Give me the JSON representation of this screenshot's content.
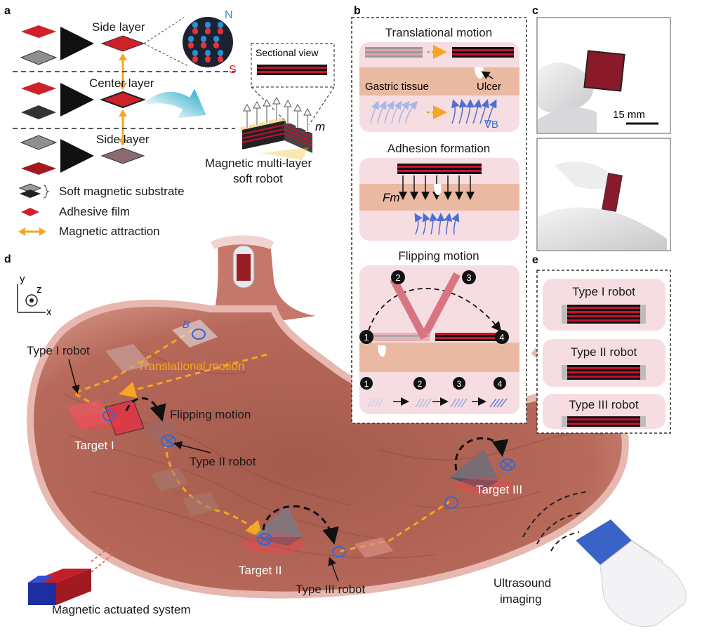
{
  "panels": {
    "a": "a",
    "b": "b",
    "c": "c",
    "d": "d",
    "e": "e"
  },
  "panel_a": {
    "side_layer_top": "Side layer",
    "center_layer": "Center layer",
    "side_layer_bottom": "Side layer",
    "pole_n": "N",
    "pole_s": "S",
    "sectional_view": "Sectional view",
    "moment": "m",
    "robot_title_line1": "Magnetic multi-layer",
    "robot_title_line2": "soft robot",
    "legend": [
      {
        "label": "Soft magnetic substrate",
        "icon": "stacked-rhombus-icon"
      },
      {
        "label": "Adhesive film",
        "icon": "red-rhombus-icon"
      },
      {
        "label": "Magnetic attraction",
        "icon": "double-arrow-icon"
      }
    ]
  },
  "panel_b": {
    "translational": "Translational motion",
    "gastric_tissue": "Gastric tissue",
    "ulcer": "Ulcer",
    "grad_b": "∇B",
    "adhesion": "Adhesion formation",
    "fm": "Fm",
    "flipping": "Flipping motion",
    "steps": [
      "1",
      "2",
      "3",
      "4"
    ]
  },
  "panel_c": {
    "scale": "15 mm"
  },
  "panel_d": {
    "axis_y": "y",
    "axis_z": "z",
    "axis_x": "x",
    "field_b": "B",
    "translational_motion": "Translational motion",
    "type1_robot": "Type I robot",
    "flipping_motion": "Flipping motion",
    "target1": "Target I",
    "type2_robot": "Type II robot",
    "target2": "Target II",
    "type3_robot": "Type III robot",
    "target3": "Target III",
    "magnetic_system": "Magnetic actuated system",
    "ultrasound_line1": "Ultrasound",
    "ultrasound_line2": "imaging"
  },
  "panel_e": {
    "types": [
      "Type I robot",
      "Type II robot",
      "Type III robot"
    ]
  },
  "colors": {
    "red": "#c8102e",
    "orange": "#f5a623",
    "blue": "#2f5fd0",
    "stomach": "#b86a5c",
    "pink_bg": "#f6dde2",
    "tissue": "#eab9a2"
  }
}
